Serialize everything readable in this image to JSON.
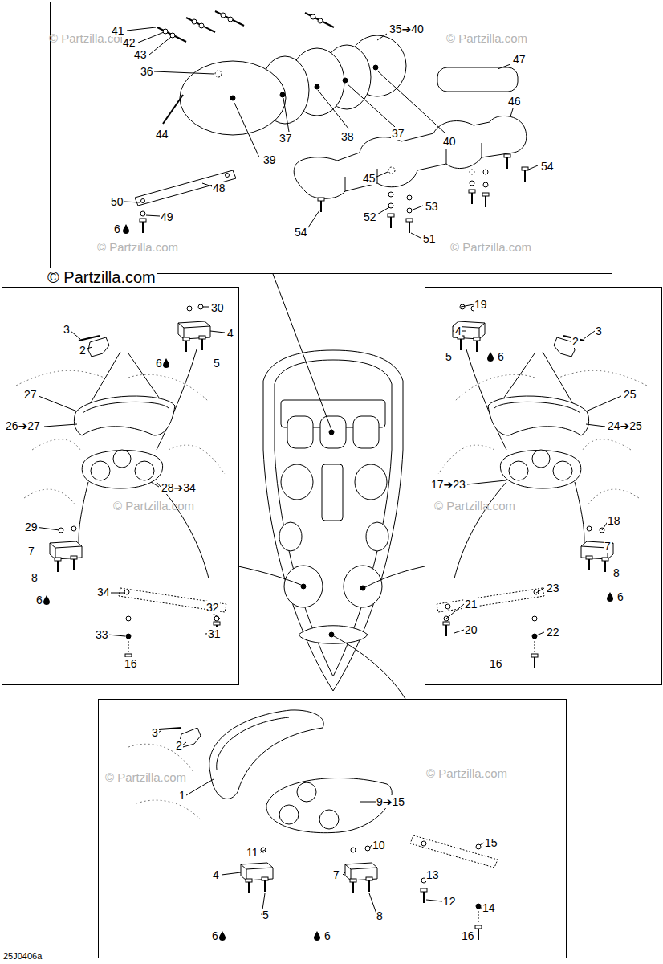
{
  "diagram": {
    "labels": [
      "© Partzilla.com",
      "© Partzilla.com",
      "41",
      "42",
      "43",
      "35➔40",
      "47",
      "36",
      "46",
      "44",
      "37",
      "38",
      "37",
      "40",
      "39",
      "45",
      "54",
      "48",
      "53",
      "50",
      "52",
      "49",
      "6",
      "54",
      "51",
      "© Partzilla.com",
      "© Partzilla.com",
      "© Partzilla.com",
      "3",
      "30",
      "2",
      "4",
      "6",
      "5",
      "27",
      "26➔27",
      "28➔34",
      "© Partzilla.com",
      "29",
      "7",
      "8",
      "6",
      "34",
      "32",
      "33",
      "31",
      "16",
      "19",
      "3",
      "4",
      "2",
      "5",
      "6",
      "25",
      "24➔25",
      "17➔23",
      "© Partzilla.com",
      "18",
      "7",
      "8",
      "6",
      "23",
      "21",
      "20",
      "22",
      "16",
      "3",
      "2",
      "© Partzilla.com",
      "© Partzilla.com",
      "1",
      "9➔15",
      "15",
      "10",
      "11",
      "4",
      "7",
      "13",
      "12",
      "14",
      "5",
      "8",
      "16",
      "6",
      "6",
      "25J0406a"
    ]
  }
}
